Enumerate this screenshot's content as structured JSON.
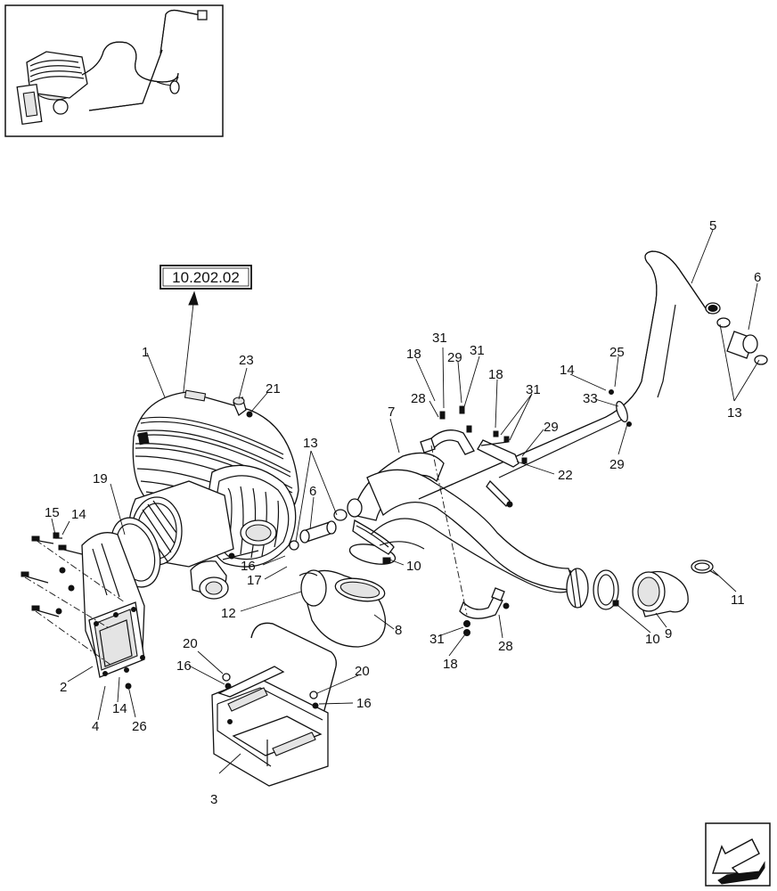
{
  "reference_label": "10.202.02",
  "callouts": [
    {
      "id": "c1",
      "text": "1"
    },
    {
      "id": "c2",
      "text": "2"
    },
    {
      "id": "c3",
      "text": "3"
    },
    {
      "id": "c4",
      "text": "4"
    },
    {
      "id": "c5",
      "text": "5"
    },
    {
      "id": "c6a",
      "text": "6"
    },
    {
      "id": "c6b",
      "text": "6"
    },
    {
      "id": "c7",
      "text": "7"
    },
    {
      "id": "c8",
      "text": "8"
    },
    {
      "id": "c9",
      "text": "9"
    },
    {
      "id": "c10a",
      "text": "10"
    },
    {
      "id": "c10b",
      "text": "10"
    },
    {
      "id": "c11",
      "text": "11"
    },
    {
      "id": "c12",
      "text": "12"
    },
    {
      "id": "c13a",
      "text": "13"
    },
    {
      "id": "c13b",
      "text": "13"
    },
    {
      "id": "c14a",
      "text": "14"
    },
    {
      "id": "c14b",
      "text": "14"
    },
    {
      "id": "c14c",
      "text": "14"
    },
    {
      "id": "c15",
      "text": "15"
    },
    {
      "id": "c16a",
      "text": "16"
    },
    {
      "id": "c16b",
      "text": "16"
    },
    {
      "id": "c16c",
      "text": "16"
    },
    {
      "id": "c17",
      "text": "17"
    },
    {
      "id": "c18a",
      "text": "18"
    },
    {
      "id": "c18b",
      "text": "18"
    },
    {
      "id": "c18c",
      "text": "18"
    },
    {
      "id": "c19",
      "text": "19"
    },
    {
      "id": "c20a",
      "text": "20"
    },
    {
      "id": "c20b",
      "text": "20"
    },
    {
      "id": "c21",
      "text": "21"
    },
    {
      "id": "c22",
      "text": "22"
    },
    {
      "id": "c23",
      "text": "23"
    },
    {
      "id": "c25",
      "text": "25"
    },
    {
      "id": "c26",
      "text": "26"
    },
    {
      "id": "c28a",
      "text": "28"
    },
    {
      "id": "c28b",
      "text": "28"
    },
    {
      "id": "c29a",
      "text": "29"
    },
    {
      "id": "c29b",
      "text": "29"
    },
    {
      "id": "c29c",
      "text": "29"
    },
    {
      "id": "c31a",
      "text": "31"
    },
    {
      "id": "c31b",
      "text": "31"
    },
    {
      "id": "c31c",
      "text": "31"
    },
    {
      "id": "c31d",
      "text": "31"
    },
    {
      "id": "c33",
      "text": "33"
    }
  ]
}
